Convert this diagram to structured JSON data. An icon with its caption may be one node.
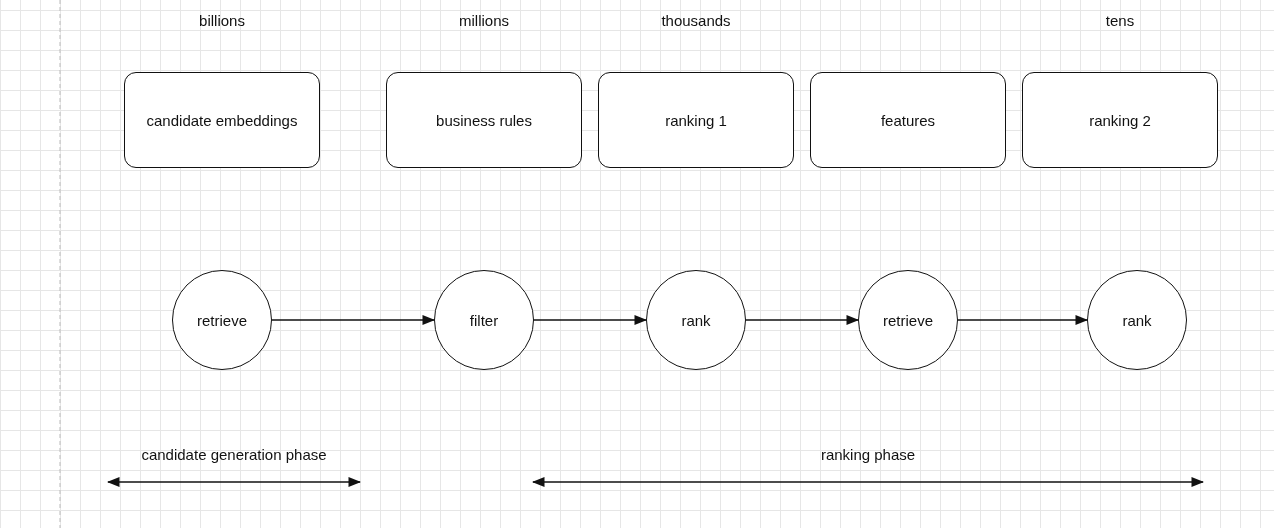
{
  "diagram": {
    "nodes": [
      {
        "text": [
          "candidate embeddings"
        ],
        "beside": [
          "billions"
        ]
      },
      {
        "text": [
          "business rules"
        ],
        "beside": [
          "millions"
        ]
      },
      {
        "text": [
          "ranking 1"
        ],
        "beside": [
          "thousands"
        ]
      },
      {
        "text": [
          "features"
        ]
      },
      {
        "text": [
          "ranking 2"
        ],
        "beside": [
          "tens"
        ]
      },
      {
        "text": [
          "retrieve"
        ]
      },
      {
        "text": [
          "filter"
        ]
      },
      {
        "text": [
          "rank"
        ]
      },
      {
        "text": [
          "retrieve"
        ]
      },
      {
        "text": [
          "rank"
        ]
      }
    ],
    "edges": [
      {
        "from": 5,
        "to": 6,
        "arrow": "to"
      },
      {
        "from": 6,
        "to": 7,
        "arrow": "to"
      },
      {
        "from": 7,
        "to": 8,
        "arrow": "to"
      },
      {
        "from": 8,
        "to": 9,
        "arrow": "to"
      }
    ],
    "labels": [
      "candidate generation phase",
      "ranking phase"
    ]
  }
}
